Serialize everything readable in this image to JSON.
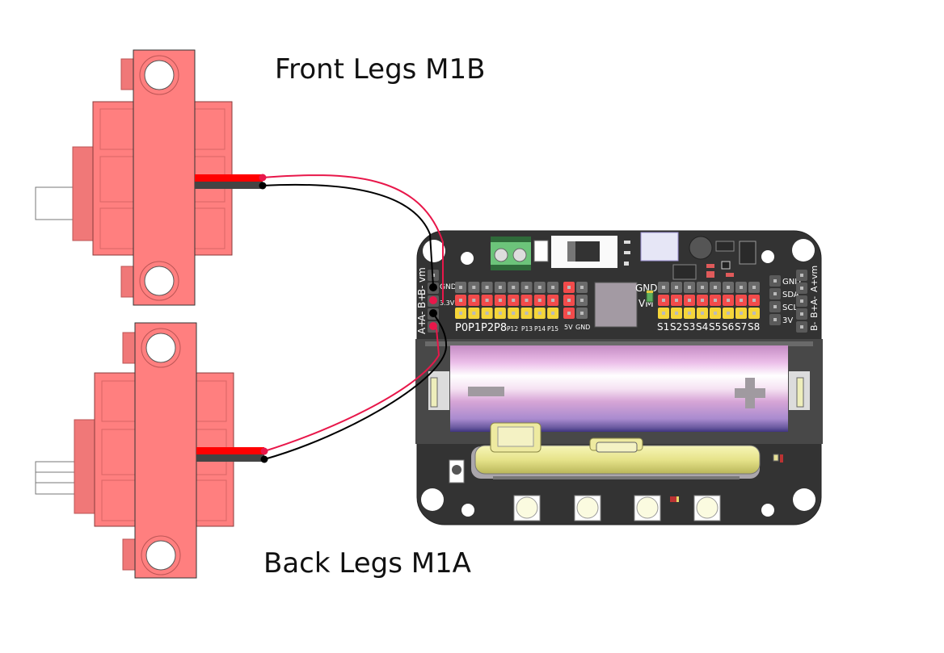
{
  "labels": {
    "front": "Front Legs M1B",
    "back": "Back Legs M1A"
  },
  "motors": [
    {
      "name": "front-motor",
      "label_ref": "front",
      "port": "M1B",
      "body_color": "#ff7f7f"
    },
    {
      "name": "back-motor",
      "label_ref": "back",
      "port": "M1A",
      "body_color": "#ff7f7f"
    }
  ],
  "wire_colors": {
    "positive": "#e8174a",
    "negative": "#000000"
  },
  "board": {
    "color": "#333333",
    "motor_header_labels": [
      "vm",
      "B-",
      "B+",
      "A-",
      "A+"
    ],
    "left_header": {
      "row_labels": [
        "GND",
        "3.3V"
      ],
      "pin_labels": [
        "P0",
        "P1",
        "P2",
        "P8",
        "P12",
        "P13",
        "P14",
        "P15"
      ],
      "power_labels": [
        "5V",
        "GND"
      ]
    },
    "servo_header": {
      "row_labels": [
        "GND",
        "VM"
      ],
      "pin_labels": [
        "S1",
        "S2",
        "S3",
        "S4",
        "S5",
        "S6",
        "S7",
        "S8"
      ]
    },
    "i2c_header": {
      "labels": [
        "GND",
        "SDA",
        "SCL",
        "3V"
      ]
    },
    "right_motor_header_labels": [
      "B-",
      "B+",
      "A-",
      "A+",
      "vm"
    ],
    "battery": {
      "minus_symbol": "−",
      "plus_symbol": "+"
    },
    "header_colors": {
      "gnd": "#6b6b6b",
      "power": "#f24b4b",
      "signal": "#f5d53a"
    },
    "led_count": 4
  }
}
